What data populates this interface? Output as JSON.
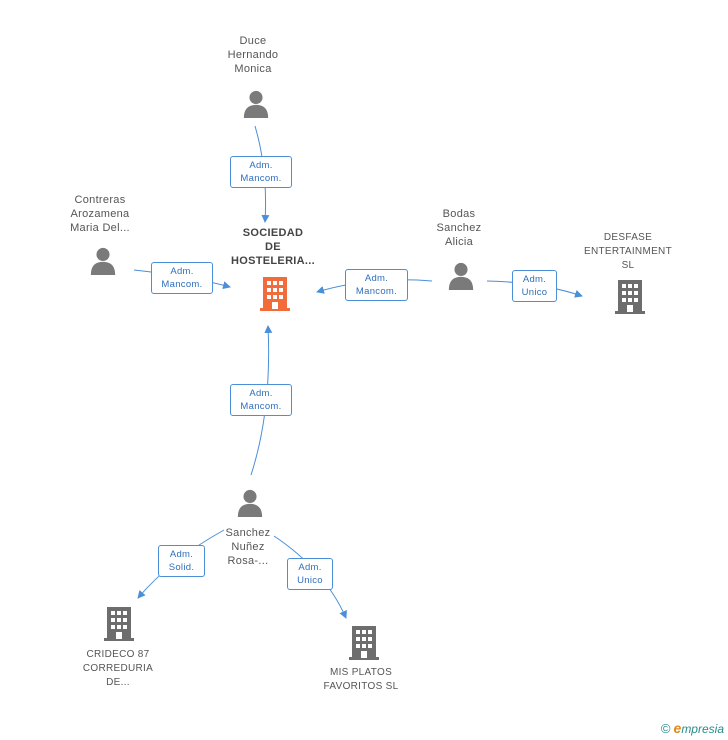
{
  "people": {
    "duce": {
      "lines": [
        "Duce",
        "Hernando",
        "Monica"
      ]
    },
    "contreras": {
      "lines": [
        "Contreras",
        "Arozamena",
        "Maria Del..."
      ]
    },
    "bodas": {
      "lines": [
        "Bodas",
        "Sanchez",
        "Alicia"
      ]
    },
    "sanchez": {
      "lines": [
        "Sanchez",
        "Nuñez",
        "Rosa-..."
      ]
    }
  },
  "companies": {
    "main": {
      "lines": [
        "SOCIEDAD",
        "DE",
        "HOSTELERIA..."
      ],
      "color": "#f26b3a"
    },
    "desfase": {
      "lines": [
        "DESFASE",
        "ENTERTAINMENT",
        "SL"
      ],
      "color": "#6d6d6d"
    },
    "crideco": {
      "lines": [
        "CRIDECO 87",
        "CORREDURIA",
        "DE..."
      ],
      "color": "#6d6d6d"
    },
    "misplatos": {
      "lines": [
        "MIS PLATOS",
        "FAVORITOS SL"
      ],
      "color": "#6d6d6d"
    }
  },
  "edges": {
    "duce_main": {
      "lines": [
        "Adm.",
        "Mancom."
      ]
    },
    "contreras_main": {
      "lines": [
        "Adm.",
        "Mancom."
      ]
    },
    "bodas_main": {
      "lines": [
        "Adm.",
        "Mancom."
      ]
    },
    "bodas_desfase": {
      "lines": [
        "Adm.",
        "Unico"
      ]
    },
    "sanchez_main": {
      "lines": [
        "Adm.",
        "Mancom."
      ]
    },
    "sanchez_crideco": {
      "lines": [
        "Adm.",
        "Solid."
      ]
    },
    "sanchez_misplatos": {
      "lines": [
        "Adm.",
        "Unico"
      ]
    }
  },
  "colors": {
    "edge": "#4a8fd8",
    "person": "#7a7a7a"
  },
  "footer": {
    "copyright": "©",
    "brand_initial": "e",
    "brand_rest": "mpresia"
  }
}
